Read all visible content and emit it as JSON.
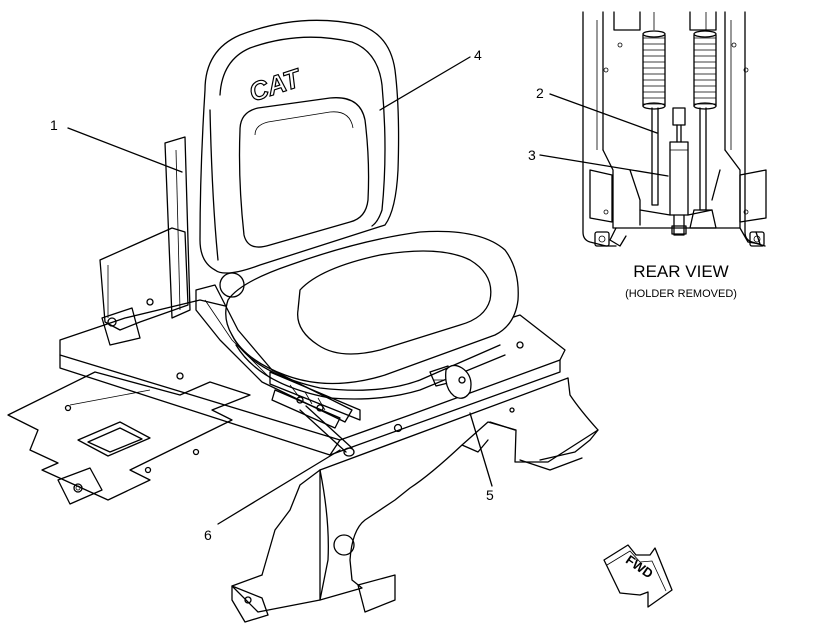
{
  "callouts": {
    "c1": "1",
    "c2": "2",
    "c3": "3",
    "c4": "4",
    "c5": "5",
    "c6": "6"
  },
  "rear_view": {
    "title": "REAR VIEW",
    "subtitle": "(HOLDER REMOVED)"
  },
  "direction_arrow": {
    "label": "FWD"
  },
  "seat_logo": {
    "text": "CAT"
  }
}
